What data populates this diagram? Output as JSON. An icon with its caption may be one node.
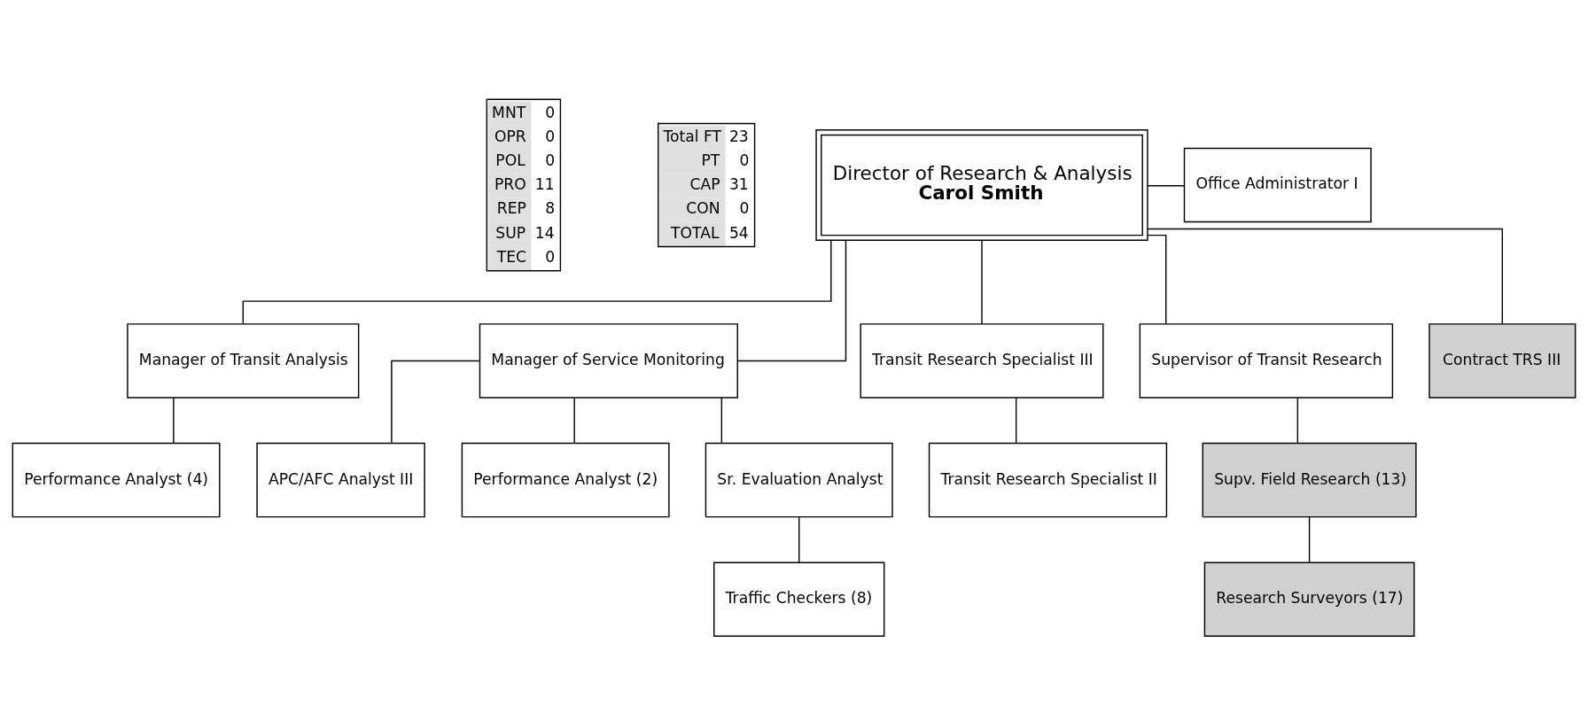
{
  "diagram": {
    "nodes": [
      {
        "text": [
          "Director of Research & Analysis",
          "Carol Smith"
        ]
      },
      {
        "text": [
          "Office Administrator I"
        ]
      },
      {
        "text": [
          "Manager of Transit Analysis"
        ]
      },
      {
        "text": [
          "Manager of Service Monitoring"
        ]
      },
      {
        "text": [
          "Transit Research Specialist III"
        ]
      },
      {
        "text": [
          "Supervisor of Transit Research"
        ]
      },
      {
        "text": [
          "Contract TRS III"
        ]
      },
      {
        "text": [
          "Performance Analyst (4)"
        ]
      },
      {
        "text": [
          "APC/AFC Analyst III"
        ]
      },
      {
        "text": [
          "Performance Analyst (2)"
        ]
      },
      {
        "text": [
          "Sr. Evaluation Analyst"
        ]
      },
      {
        "text": [
          "Transit Research Specialist II"
        ]
      },
      {
        "text": [
          "Supv. Field Research (13)"
        ]
      },
      {
        "text": [
          "Research Surveyors (17)"
        ]
      },
      {
        "text": [
          "Traffic Checkers (8)"
        ]
      }
    ],
    "edges": [
      {
        "from": 0,
        "to": 1,
        "arrow": "none"
      },
      {
        "from": 0,
        "to": 4,
        "arrow": "none"
      },
      {
        "from": 0,
        "to": 5,
        "arrow": "none"
      },
      {
        "from": 0,
        "to": 6,
        "arrow": "none"
      },
      {
        "from": 0,
        "to": 2,
        "arrow": "none"
      },
      {
        "from": 0,
        "to": 3,
        "arrow": "none"
      },
      {
        "from": 2,
        "to": 7,
        "arrow": "none"
      },
      {
        "from": 3,
        "to": 8,
        "arrow": "none"
      },
      {
        "from": 3,
        "to": 9,
        "arrow": "none"
      },
      {
        "from": 3,
        "to": 10,
        "arrow": "none"
      },
      {
        "from": 4,
        "to": 11,
        "arrow": "none"
      },
      {
        "from": 5,
        "to": 12,
        "arrow": "none"
      },
      {
        "from": 12,
        "to": 13,
        "arrow": "none"
      },
      {
        "from": 10,
        "to": 14,
        "arrow": "none"
      }
    ],
    "labels": [
      "MNT",
      "0",
      "OPR",
      "0",
      "POL",
      "0",
      "PRO",
      "11",
      "REP",
      "8",
      "SUP",
      "14",
      "TEC",
      "0",
      "Total FT",
      "23",
      "PT",
      "0",
      "CAP",
      "31",
      "CON",
      "0",
      "TOTAL",
      "54"
    ]
  }
}
